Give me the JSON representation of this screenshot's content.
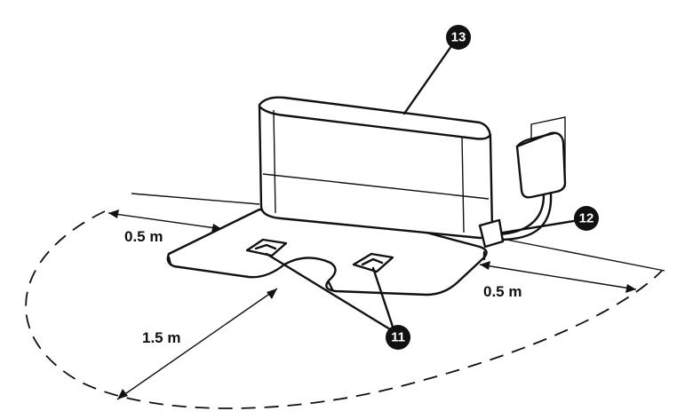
{
  "measurements": {
    "left_clearance": "0.5 m",
    "front_clearance": "1.5 m",
    "right_clearance": "0.5 m"
  },
  "callouts": {
    "top_label": "13",
    "power_label": "12",
    "contacts_label": "11"
  },
  "colors": {
    "ink": "#111111",
    "background": "#ffffff"
  }
}
